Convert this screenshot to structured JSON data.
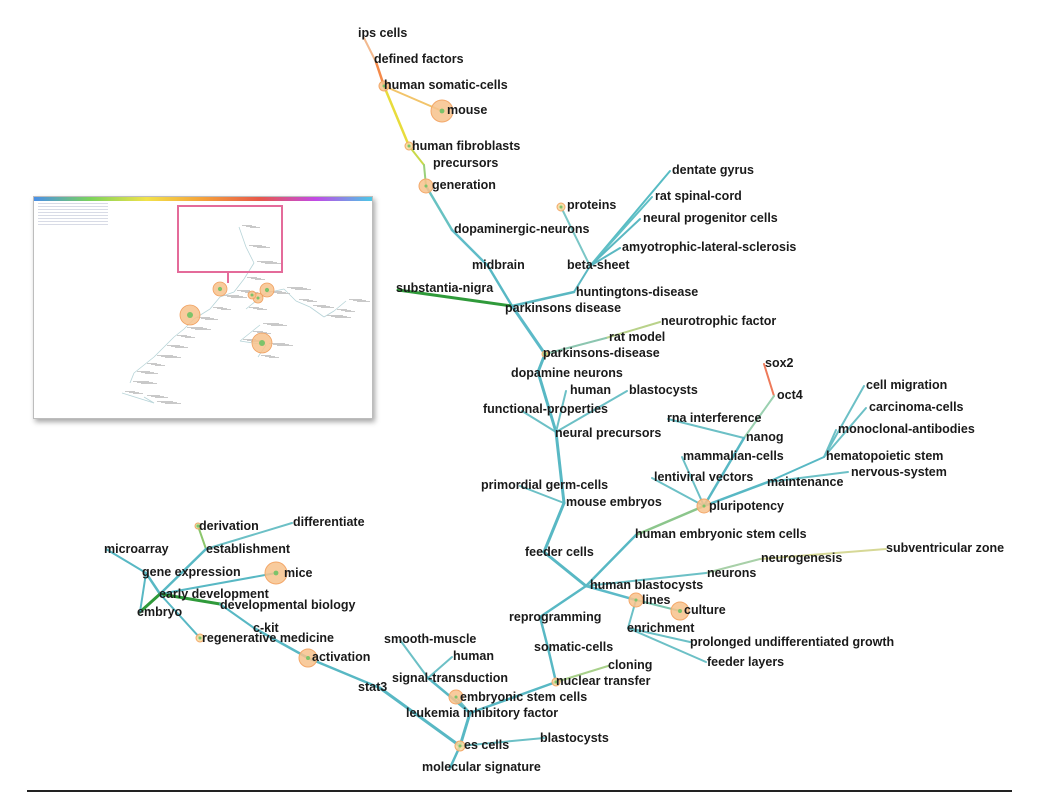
{
  "diagram": {
    "nodes": [
      {
        "id": "ips-cells",
        "label": "ips cells"
      },
      {
        "id": "defined-factors",
        "label": "defined factors"
      },
      {
        "id": "human-somatic-cells",
        "label": "human somatic-cells"
      },
      {
        "id": "mouse",
        "label": "mouse"
      },
      {
        "id": "human-fibroblasts",
        "label": "human fibroblasts"
      },
      {
        "id": "precursors",
        "label": "precursors"
      },
      {
        "id": "generation",
        "label": "generation"
      },
      {
        "id": "dopaminergic-neurons",
        "label": "dopaminergic-neurons"
      },
      {
        "id": "proteins",
        "label": "proteins"
      },
      {
        "id": "dentate-gyrus",
        "label": "dentate gyrus"
      },
      {
        "id": "rat-spinal-cord",
        "label": "rat spinal-cord"
      },
      {
        "id": "neural-progenitor-cells",
        "label": "neural progenitor cells"
      },
      {
        "id": "amyotrophic-lateral-sclerosis",
        "label": "amyotrophic-lateral-sclerosis"
      },
      {
        "id": "midbrain",
        "label": "midbrain"
      },
      {
        "id": "beta-sheet",
        "label": "beta-sheet"
      },
      {
        "id": "substantia-nigra",
        "label": "substantia-nigra"
      },
      {
        "id": "huntingtons-disease",
        "label": "huntingtons-disease"
      },
      {
        "id": "parkinsons-disease-1",
        "label": "parkinsons disease"
      },
      {
        "id": "neurotrophic-factor",
        "label": "neurotrophic factor"
      },
      {
        "id": "rat-model",
        "label": "rat model"
      },
      {
        "id": "parkinsons-disease-2",
        "label": "parkinsons-disease"
      },
      {
        "id": "dopamine-neurons",
        "label": "dopamine neurons"
      },
      {
        "id": "human-1",
        "label": "human"
      },
      {
        "id": "blastocysts-1",
        "label": "blastocysts"
      },
      {
        "id": "sox2",
        "label": "sox2"
      },
      {
        "id": "oct4",
        "label": "oct4"
      },
      {
        "id": "functional-properties",
        "label": "functional-properties"
      },
      {
        "id": "rna-interference",
        "label": "rna interference"
      },
      {
        "id": "cell-migration",
        "label": "cell migration"
      },
      {
        "id": "carcinoma-cells",
        "label": "carcinoma-cells"
      },
      {
        "id": "neural-precursors",
        "label": "neural precursors"
      },
      {
        "id": "nanog",
        "label": "nanog"
      },
      {
        "id": "monoclonal-antibodies",
        "label": "monoclonal-antibodies"
      },
      {
        "id": "mammalian-cells",
        "label": "mammalian-cells"
      },
      {
        "id": "hematopoietic-stem",
        "label": "hematopoietic stem"
      },
      {
        "id": "lentiviral-vectors",
        "label": "lentiviral vectors"
      },
      {
        "id": "maintenance",
        "label": "maintenance"
      },
      {
        "id": "nervous-system",
        "label": "nervous-system"
      },
      {
        "id": "primordial-germ-cells",
        "label": "primordial germ-cells"
      },
      {
        "id": "mouse-embryos",
        "label": "mouse embryos"
      },
      {
        "id": "pluripotency",
        "label": "pluripotency"
      },
      {
        "id": "derivation",
        "label": "derivation"
      },
      {
        "id": "differentiate",
        "label": "differentiate"
      },
      {
        "id": "establishment",
        "label": "establishment"
      },
      {
        "id": "human-embryonic-stem-cells",
        "label": "human embryonic stem cells"
      },
      {
        "id": "microarray",
        "label": "microarray"
      },
      {
        "id": "feeder-cells",
        "label": "feeder cells"
      },
      {
        "id": "subventricular-zone",
        "label": "subventricular zone"
      },
      {
        "id": "neurogenesis",
        "label": "neurogenesis"
      },
      {
        "id": "gene-expression",
        "label": "gene expression"
      },
      {
        "id": "mice",
        "label": "mice"
      },
      {
        "id": "neurons",
        "label": "neurons"
      },
      {
        "id": "human-blastocysts",
        "label": "human blastocysts"
      },
      {
        "id": "early-development",
        "label": "early development"
      },
      {
        "id": "developmental-biology",
        "label": "developmental biology"
      },
      {
        "id": "lines",
        "label": "lines"
      },
      {
        "id": "embryo",
        "label": "embryo"
      },
      {
        "id": "culture",
        "label": "culture"
      },
      {
        "id": "reprogramming",
        "label": "reprogramming"
      },
      {
        "id": "c-kit",
        "label": "c-kit"
      },
      {
        "id": "enrichment",
        "label": "enrichment"
      },
      {
        "id": "regenerative-medicine",
        "label": "regenerative medicine"
      },
      {
        "id": "prolonged-undifferentiated-growth",
        "label": "prolonged undifferentiated growth"
      },
      {
        "id": "smooth-muscle",
        "label": "smooth-muscle"
      },
      {
        "id": "somatic-cells",
        "label": "somatic-cells"
      },
      {
        "id": "activation",
        "label": "activation"
      },
      {
        "id": "human-2",
        "label": "human"
      },
      {
        "id": "feeder-layers",
        "label": "feeder layers"
      },
      {
        "id": "cloning",
        "label": "cloning"
      },
      {
        "id": "signal-transduction",
        "label": "signal-transduction"
      },
      {
        "id": "nuclear-transfer",
        "label": "nuclear transfer"
      },
      {
        "id": "stat3",
        "label": "stat3"
      },
      {
        "id": "embryonic-stem-cells",
        "label": "embryonic stem cells"
      },
      {
        "id": "leukemia-inhibitory-factor",
        "label": "leukemia inhibitory factor"
      },
      {
        "id": "blastocysts-2",
        "label": "blastocysts"
      },
      {
        "id": "es-cells",
        "label": "es cells"
      },
      {
        "id": "molecular-signature",
        "label": "molecular signature"
      }
    ]
  },
  "overview": {
    "highlight_color": "#e46b9a"
  }
}
